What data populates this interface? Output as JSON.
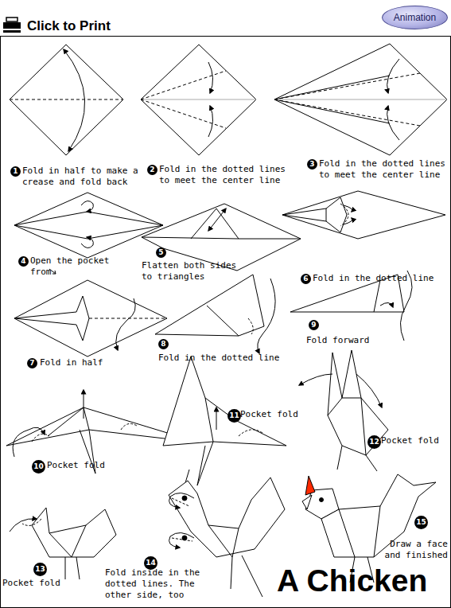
{
  "diagram": {
    "title": "A Chicken",
    "nodes": [
      {
        "text": [
          "Animation"
        ]
      },
      {
        "text": [
          "1"
        ]
      },
      {
        "text": [
          "2"
        ]
      },
      {
        "text": [
          "3"
        ]
      },
      {
        "text": [
          "4"
        ]
      },
      {
        "text": [
          "5"
        ]
      },
      {
        "text": [
          "6"
        ]
      },
      {
        "text": [
          "7"
        ]
      },
      {
        "text": [
          "8"
        ]
      },
      {
        "text": [
          "9"
        ]
      },
      {
        "text": [
          "10"
        ]
      },
      {
        "text": [
          "11"
        ]
      },
      {
        "text": [
          "12"
        ]
      },
      {
        "text": [
          "13"
        ]
      },
      {
        "text": [
          "14"
        ]
      },
      {
        "text": [
          "15"
        ]
      }
    ],
    "labels": [
      "Click to Print",
      "Fold in half to make a crease and fold back",
      "Fold in the dotted lines to meet the center line",
      "Fold in the dotted lines to meet the center line",
      "Open the pocket from",
      "Flatten both sides to triangles",
      "Fold in the dotted line",
      "Fold in half",
      "Fold in the dotted line",
      "Fold forward",
      "Pocket fold",
      "Pocket fold",
      "Pocket fold",
      "Pocket fold",
      "Fold inside in the dotted lines. The other side, too",
      "Draw a face and finished"
    ]
  }
}
